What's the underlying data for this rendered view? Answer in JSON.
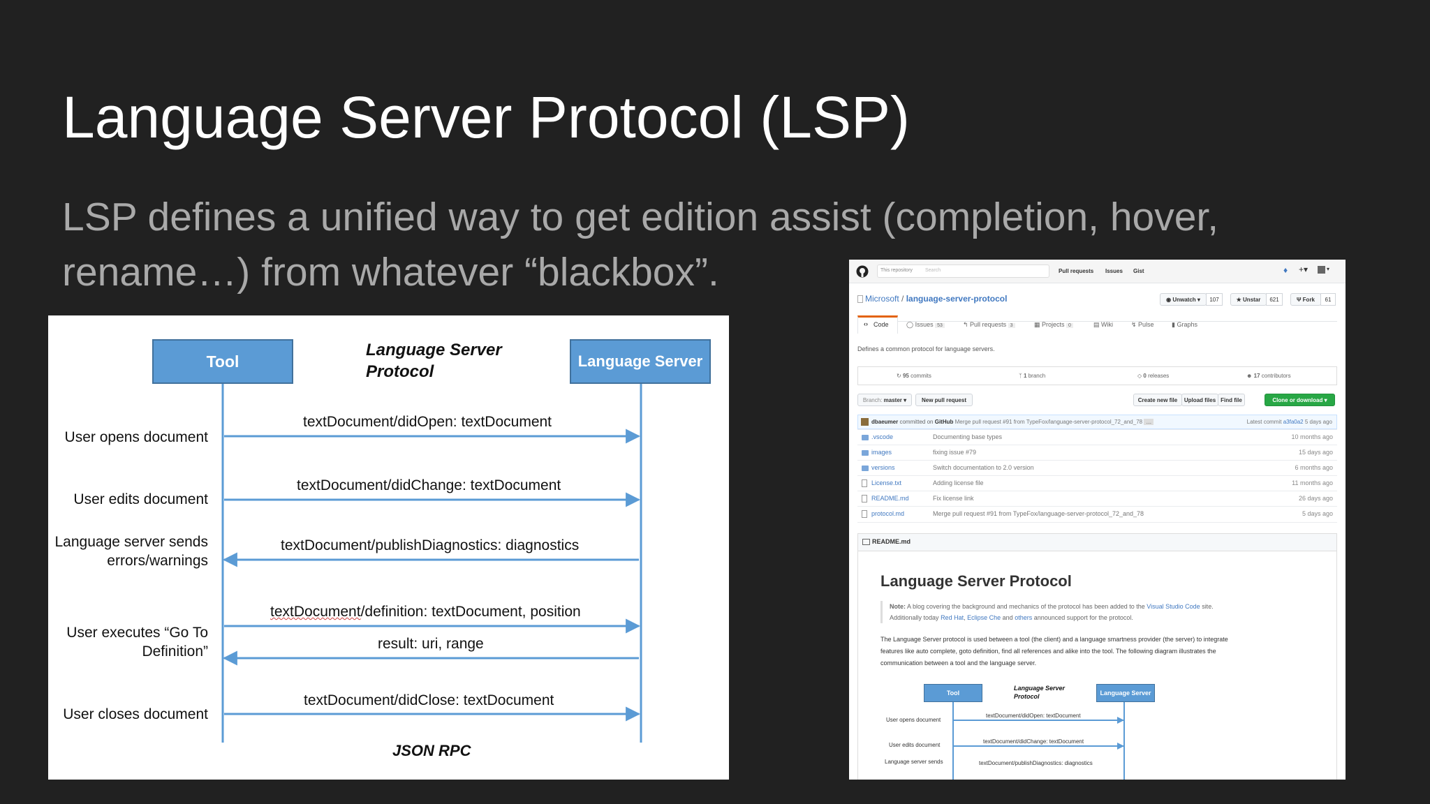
{
  "slide": {
    "title": "Language Server Protocol (LSP)",
    "subtitle": "LSP defines a unified way to get edition assist (completion, hover, rename…) from whatever “blackbox”."
  },
  "diagram": {
    "tool_label": "Tool",
    "server_label": "Language Server",
    "protocol_title_line1": "Language Server",
    "protocol_title_line2": "Protocol",
    "footer": "JSON RPC",
    "user_labels": {
      "open": "User opens document",
      "edit": "User edits document",
      "diag_line1": "Language server sends",
      "diag_line2": "errors/warnings",
      "goto_line1": "User executes “Go To",
      "goto_line2": "Definition”",
      "close": "User closes document"
    },
    "messages": {
      "did_open": "textDocument/didOpen: textDocument",
      "did_change": "textDocument/didChange: textDocument",
      "publish": "textDocument/publishDiagnostics: diagnostics",
      "definition_word": "textDocument",
      "definition_rest": "/definition: textDocument, position",
      "result": "result: uri, range",
      "did_close": "textDocument/didClose: textDocument"
    },
    "colors": {
      "box": "#5b9bd5",
      "line": "#5b9bd5"
    }
  },
  "github": {
    "search_scope": "This repository",
    "search_placeholder": "Search",
    "nav": [
      "Pull requests",
      "Issues",
      "Gist"
    ],
    "owner": "Microsoft",
    "separator": "/",
    "repo": "language-server-protocol",
    "unwatch_label": "Unwatch ▾",
    "unwatch_count": "107",
    "unstar_label": "Unstar",
    "unstar_count": "621",
    "fork_label": "Fork",
    "fork_count": "61",
    "tabs": {
      "code": "Code",
      "issues": "Issues",
      "issues_count": "53",
      "pulls": "Pull requests",
      "pulls_count": "3",
      "projects": "Projects",
      "projects_count": "0",
      "wiki": "Wiki",
      "pulse": "Pulse",
      "graphs": "Graphs"
    },
    "description": "Defines a common protocol for language servers.",
    "stats": {
      "commits_n": "95",
      "commits_l": "commits",
      "branch_n": "1",
      "branch_l": "branch",
      "releases_n": "0",
      "releases_l": "releases",
      "contrib_n": "17",
      "contrib_l": "contributors"
    },
    "branch_label": "Branch:",
    "branch_name": "master ▾",
    "new_pr": "New pull request",
    "create_file": "Create new file",
    "upload_files": "Upload files",
    "find_file": "Find file",
    "clone_download": "Clone or download ▾",
    "commit": {
      "author": "dbaeumer",
      "committed_on": "committed on",
      "host": "GitHub",
      "message": "Merge pull request #91 from TypeFox/language-server-protocol_72_and_78",
      "ellipsis": "…",
      "latest": "Latest commit",
      "sha": "a3fa0a2",
      "age": "5 days ago"
    },
    "files": [
      {
        "name": ".vscode",
        "type": "dir",
        "message": "Documenting base types",
        "age": "10 months ago"
      },
      {
        "name": "images",
        "type": "dir",
        "message": "fixing issue #79",
        "age": "15 days ago"
      },
      {
        "name": "versions",
        "type": "dir",
        "message": "Switch documentation to 2.0 version",
        "age": "6 months ago"
      },
      {
        "name": "License.txt",
        "type": "file",
        "message": "Adding license file",
        "age": "11 months ago"
      },
      {
        "name": "README.md",
        "type": "file",
        "message": "Fix license link",
        "age": "26 days ago"
      },
      {
        "name": "protocol.md",
        "type": "file",
        "message": "Merge pull request #91 from TypeFox/language-server-protocol_72_and_78",
        "age": "5 days ago"
      }
    ],
    "readme_header": "README.md",
    "readme_title": "Language Server Protocol",
    "note_label": "Note:",
    "note_text": "A blog covering the background and mechanics of the protocol has been added to the",
    "note_link": "Visual Studio Code",
    "note_site": "site.",
    "note_line2_a": "Additionally today",
    "note_redhat": "Red Hat",
    "note_comma": ",",
    "note_eclipse": "Eclipse Che",
    "note_and": "and",
    "note_others": "others",
    "note_line2_b": "announced support for the protocol.",
    "para_line1": "The Language Server protocol is used between a tool (the client) and a language smartness provider (the server) to integrate",
    "para_line2": "features like auto complete, goto definition, find all references and alike into the tool. The following diagram illustrates the",
    "para_line3": "communication between a tool and the language server.",
    "mini": {
      "tool": "Tool",
      "server": "Language Server",
      "title1": "Language Server",
      "title2": "Protocol",
      "l_open": "User opens document",
      "l_edit": "User edits document",
      "l_diag": "Language server sends",
      "m_open": "textDocument/didOpen: textDocument",
      "m_change": "textDocument/didChange: textDocument",
      "m_diag": "textDocument/publishDiagnostics: diagnostics"
    }
  }
}
